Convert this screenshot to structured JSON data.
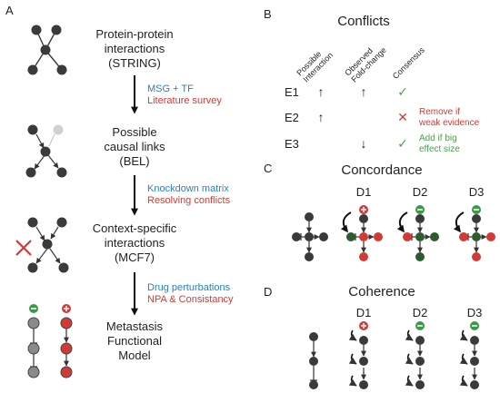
{
  "panel_a": {
    "label": "A",
    "stage1": [
      "Protein-protein",
      "interactions",
      "(STRING)"
    ],
    "step1": {
      "blue": "MSG + TF",
      "red": "Literature survey"
    },
    "stage2": [
      "Possible",
      "causal links",
      "(BEL)"
    ],
    "step2": {
      "blue": "Knockdown matrix",
      "red": "Resolving conflicts"
    },
    "stage3": [
      "Context-specific",
      "interactions",
      "(MCF7)"
    ],
    "step3": {
      "blue": "Drug perturbations",
      "red": "NPA & Consistancy"
    },
    "stage4": [
      "Metastasis",
      "Functional",
      "Model"
    ]
  },
  "panel_b": {
    "label": "B",
    "title": "Conflicts",
    "col_possible": [
      "Possible",
      "Interaction"
    ],
    "col_observed": [
      "Observed",
      "Fold-change"
    ],
    "col_consensus": "Consensus",
    "rows": [
      {
        "id": "E1",
        "possible": "↑",
        "observed": "↑",
        "consensus": "✓",
        "note": []
      },
      {
        "id": "E2",
        "possible": "↑",
        "observed": "",
        "consensus": "✕",
        "note": [
          "Remove if",
          "weak evidence"
        ]
      },
      {
        "id": "E3",
        "possible": "",
        "observed": "↓",
        "consensus": "✓",
        "note": [
          "Add if big",
          "effect size"
        ]
      }
    ]
  },
  "panel_c": {
    "label": "C",
    "title": "Concordance",
    "datasets": [
      "D1",
      "D2",
      "D3"
    ]
  },
  "panel_d": {
    "label": "D",
    "title": "Coherence",
    "datasets": [
      "D1",
      "D2",
      "D3"
    ]
  },
  "colors": {
    "node_dark": "#3a3a3a",
    "node_gray": "#8a8a8a",
    "node_light": "#d0d0d0",
    "red": "#d23b35",
    "green": "#2e5a2e",
    "badge_green": "#3c9a46",
    "blue_text": "#2c7fc0",
    "red_text": "#d23b35",
    "green_text": "#4aa34a"
  }
}
